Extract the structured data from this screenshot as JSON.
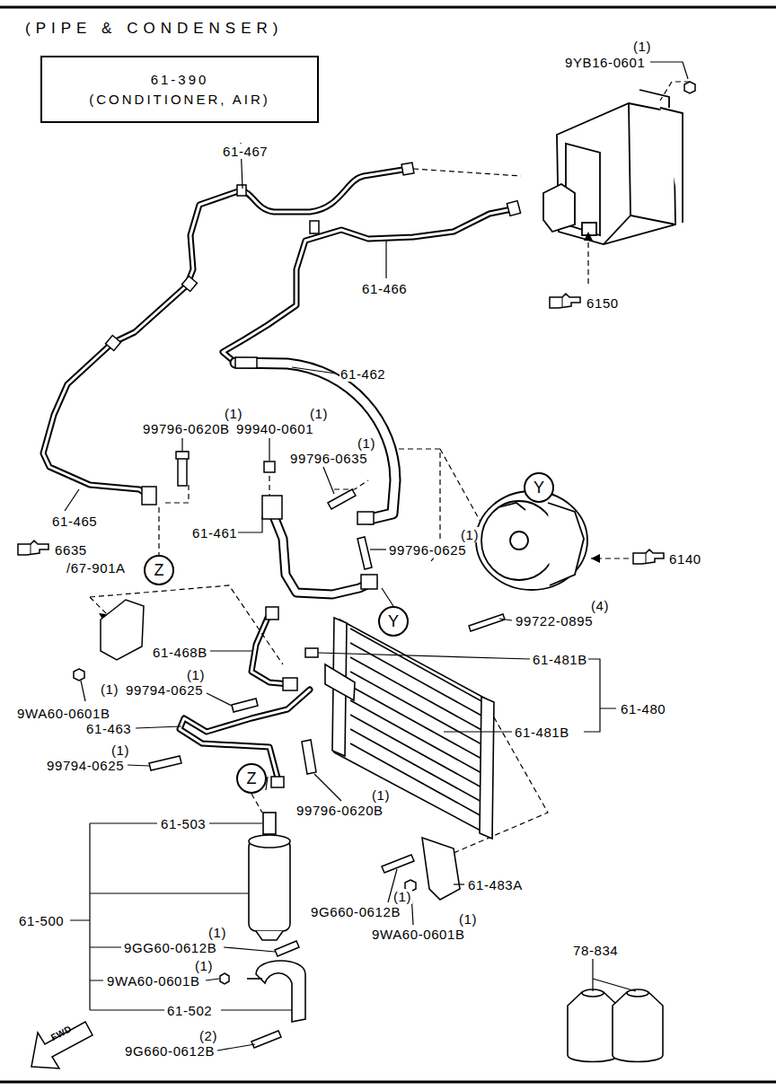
{
  "diagram": {
    "title": "(PIPE & CONDENSER)",
    "nodes": [
      {
        "text": [
          "61-390",
          "(CONDITIONER, AIR)"
        ]
      },
      {
        "text": [
          "Y"
        ]
      },
      {
        "text": [
          "Z"
        ]
      },
      {
        "text": [
          "Y"
        ]
      },
      {
        "text": [
          "Z"
        ]
      }
    ],
    "labels": [
      "9YB16-0601",
      "(1)",
      "61-467",
      "61-466",
      "6150",
      "61-462",
      "(1)",
      "99796-0620B",
      "(1)",
      "99940-0601",
      "(1)",
      "99796-0635",
      "61-465",
      "61-461",
      "(1)",
      "99796-0625",
      "6635",
      "6140",
      "/67-901A",
      "(4)",
      "99722-0895",
      "61-468B",
      "61-481B",
      "(1)",
      "(1)",
      "99794-0625",
      "9WA60-0601B",
      "61-480",
      "61-463",
      "61-481B",
      "(1)",
      "99794-0625",
      "(1)",
      "99796-0620B",
      "61-503",
      "61-483A",
      "(1)",
      "9G660-0612B",
      "61-500",
      "(1)",
      "9WA60-0601B",
      "(1)",
      "9GG60-0612B",
      "78-834",
      "(1)",
      "9WA60-0601B",
      "61-502",
      "(2)",
      "9G660-0612B",
      "FWD"
    ]
  }
}
